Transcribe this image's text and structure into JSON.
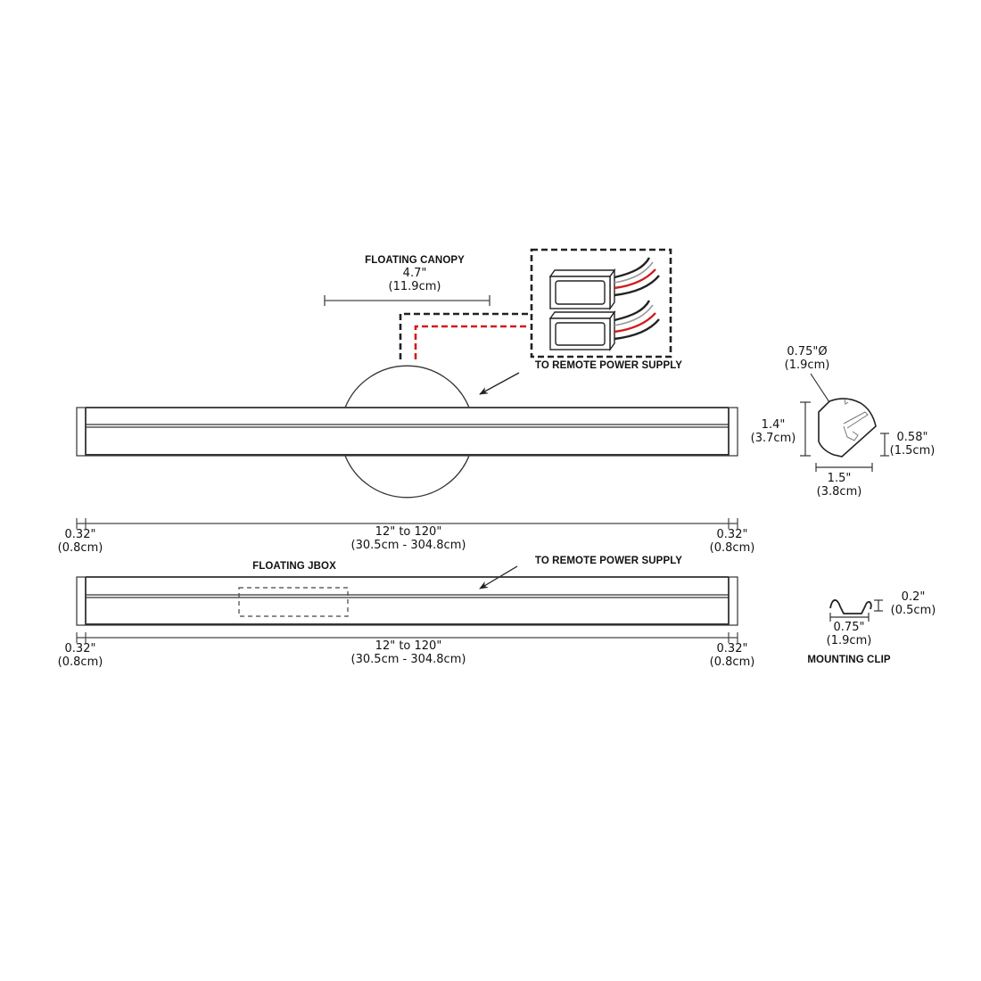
{
  "top_view": {
    "canopy_title": "FLOATING CANOPY",
    "canopy_width_in": "4.7\"",
    "canopy_width_cm": "(11.9cm)",
    "power_supply_label": "TO REMOTE POWER SUPPLY",
    "left_cap_in": "0.32\"",
    "left_cap_cm": "(0.8cm)",
    "length_in": "12\" to 120\"",
    "length_cm": "(30.5cm - 304.8cm)",
    "right_cap_in": "0.32\"",
    "right_cap_cm": "(0.8cm)"
  },
  "profile_view": {
    "diameter_in": "0.75\"Ø",
    "diameter_cm": "(1.9cm)",
    "height_in": "1.4\"",
    "height_cm": "(3.7cm)",
    "lens_height_in": "0.58\"",
    "lens_height_cm": "(1.5cm)",
    "width_in": "1.5\"",
    "width_cm": "(3.8cm)"
  },
  "jbox_view": {
    "jbox_title": "FLOATING  JBOX",
    "power_supply_label": "TO REMOTE POWER SUPPLY",
    "left_cap_in": "0.32\"",
    "left_cap_cm": "(0.8cm)",
    "length_in": "12\" to 120\"",
    "length_cm": "(30.5cm - 304.8cm)",
    "right_cap_in": "0.32\"",
    "right_cap_cm": "(0.8cm)"
  },
  "mounting_clip": {
    "title": "MOUNTING CLIP",
    "height_in": "0.2\"",
    "height_cm": "(0.5cm)",
    "width_in": "0.75\"",
    "width_cm": "(1.9cm)"
  },
  "colors": {
    "line": "#222222",
    "wire_red": "#d01c1c",
    "wire_gray": "#9a9a9a"
  }
}
